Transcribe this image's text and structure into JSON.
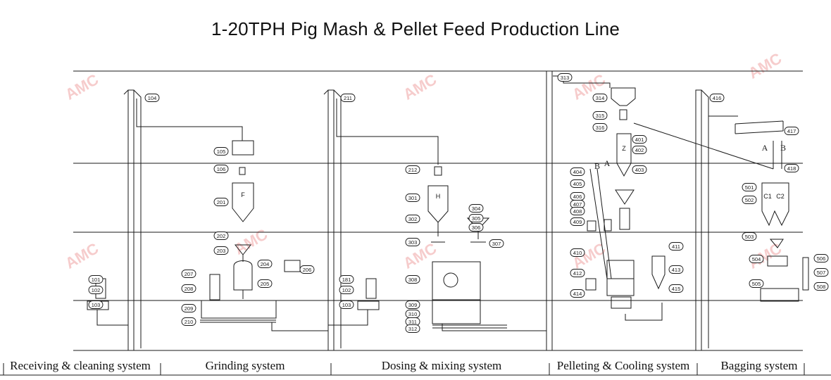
{
  "title": "1-20TPH Pig  Mash & Pellet Feed Production Line",
  "brand": "AMC",
  "systems": [
    "Receiving & cleaning system",
    "Grinding system",
    "Dosing & mixing system",
    "Pelleting & Cooling system",
    "Bagging system"
  ],
  "tags": [
    "101",
    "102",
    "103",
    "104",
    "105",
    "106",
    "201",
    "202",
    "203",
    "204",
    "205",
    "206",
    "207",
    "208",
    "209",
    "210",
    "181",
    "102",
    "103",
    "211",
    "212",
    "301",
    "302",
    "303",
    "304",
    "305",
    "306",
    "307",
    "308",
    "309",
    "310",
    "311",
    "312",
    "313",
    "314",
    "315",
    "316",
    "401",
    "402",
    "403",
    "404",
    "405",
    "406",
    "407",
    "408",
    "409",
    "410",
    "411",
    "412",
    "413",
    "414",
    "415",
    "416",
    "417",
    "418",
    "501",
    "502",
    "503",
    "504",
    "505",
    "506",
    "507",
    "508"
  ],
  "bin_labels": [
    "F",
    "H",
    "Z",
    "C1",
    "C2"
  ],
  "ab_labels": [
    "A",
    "B",
    "B",
    "A"
  ],
  "colors": {
    "line": "#1a1a1a",
    "watermark": "#f3b7b7"
  }
}
